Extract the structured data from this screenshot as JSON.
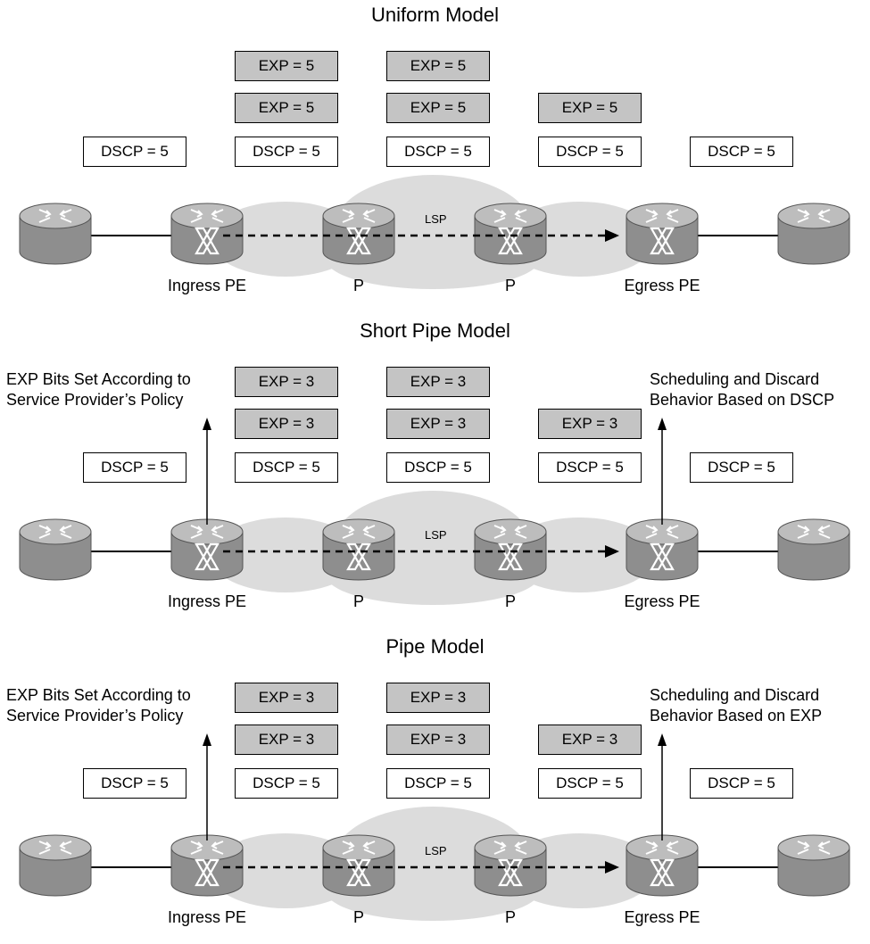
{
  "panels": [
    {
      "title": "Uniform Model",
      "exp_top": [
        "EXP = 5",
        "EXP = 5"
      ],
      "exp_mid": [
        "EXP = 5",
        "EXP = 5",
        "EXP = 5"
      ],
      "dscp": [
        "DSCP = 5",
        "DSCP = 5",
        "DSCP = 5",
        "DSCP = 5",
        "DSCP = 5"
      ],
      "lsp_label": "LSP",
      "routers": [
        "Ingress PE",
        "P",
        "P",
        "Egress PE"
      ],
      "left_note": [
        "",
        ""
      ],
      "right_note": [
        "",
        ""
      ]
    },
    {
      "title": "Short Pipe Model",
      "exp_top": [
        "EXP = 3",
        "EXP = 3"
      ],
      "exp_mid": [
        "EXP = 3",
        "EXP = 3",
        "EXP = 3"
      ],
      "dscp": [
        "DSCP = 5",
        "DSCP = 5",
        "DSCP = 5",
        "DSCP = 5",
        "DSCP = 5"
      ],
      "lsp_label": "LSP",
      "routers": [
        "Ingress PE",
        "P",
        "P",
        "Egress PE"
      ],
      "left_note": [
        "EXP Bits Set According to",
        "Service Provider’s Policy"
      ],
      "right_note": [
        "Scheduling and Discard",
        "Behavior Based on DSCP"
      ]
    },
    {
      "title": "Pipe Model",
      "exp_top": [
        "EXP = 3",
        "EXP = 3"
      ],
      "exp_mid": [
        "EXP = 3",
        "EXP = 3",
        "EXP = 3"
      ],
      "dscp": [
        "DSCP = 5",
        "DSCP = 5",
        "DSCP = 5",
        "DSCP = 5",
        "DSCP = 5"
      ],
      "lsp_label": "LSP",
      "routers": [
        "Ingress PE",
        "P",
        "P",
        "Egress PE"
      ],
      "left_note": [
        "EXP Bits Set According to",
        "Service Provider’s Policy"
      ],
      "right_note": [
        "Scheduling and Discard",
        "Behavior Based on EXP"
      ]
    }
  ],
  "colors": {
    "exp_fill": "#c4c4c4",
    "cloud": "#dcdcdc",
    "router": "#9a9a9a"
  }
}
